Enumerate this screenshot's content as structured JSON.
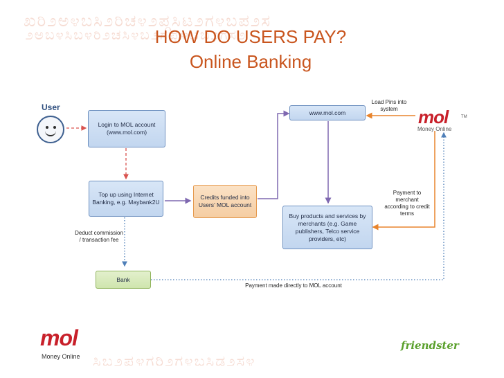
{
  "title": {
    "line1": "HOW DO USERS PAY?",
    "line2": "Online Banking"
  },
  "user_label": "User",
  "boxes": {
    "login": "Login to MOL account (www.mol.com)",
    "topup": "Top up using Internet Banking, e.g. Maybank2U",
    "credits": "Credits funded into Users’ MOL account",
    "molsite": "www.mol.com",
    "buy": "Buy products and services by merchants (e.g. Game publishers, Telco service providers, etc)",
    "bank": "Bank"
  },
  "labels": {
    "load_pins": "Load Pins into system",
    "payment_merchant": "Payment to merchant according to credit terms",
    "deduct": "Deduct commission / transaction fee",
    "payment_direct": "Payment made directly to MOL account"
  },
  "logos": {
    "mol_top": "mol",
    "mol_top_tm": "TM",
    "mol_top_sub": "Money Online",
    "mol_bottom": "mol",
    "mol_bottom_sub": "Money Online",
    "friendster": "friendster"
  },
  "colors": {
    "title": "#c9561f",
    "blue_box": "#c2d6ef",
    "orange_box": "#f5cda2",
    "green_box": "#cfe5ad",
    "red_dashed": "#d9534f",
    "purple_arrow": "#7f68b0",
    "orange_arrow": "#e8842c",
    "blue_dotted": "#4f7fb8",
    "mol_red": "#c8202a",
    "friendster_green": "#5aa02c"
  }
}
